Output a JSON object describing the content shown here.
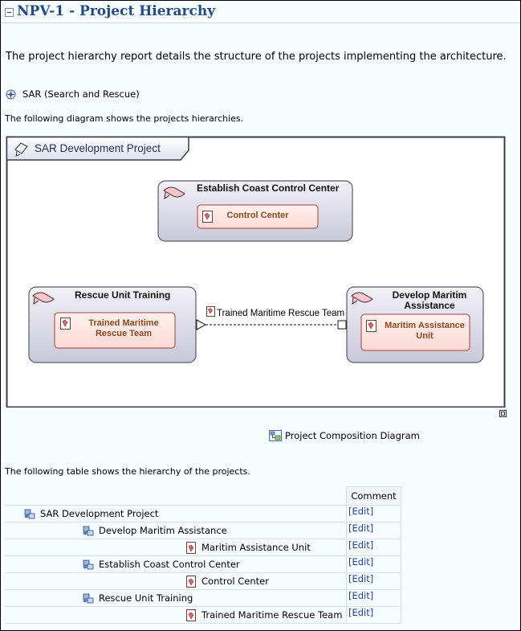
{
  "page": {
    "title": "NPV-1 - Project Hierarchy",
    "intro": "The project hierarchy report details the structure of the projects implementing the architecture.",
    "architecture": "SAR (Search and Rescue)",
    "diagram_intro": "The following diagram shows the projects hierarchies.",
    "table_intro": "The following table shows the hierarchy of the projects."
  },
  "diagram": {
    "package_title": "SAR Development Project",
    "caption": "Project Composition Diagram",
    "boxes": [
      {
        "title": "Establish Coast Control Center",
        "inner": "Control Center"
      },
      {
        "title": "Rescue Unit Training",
        "inner": "Trained Maritime Rescue Team"
      },
      {
        "title": "Develop Maritim Assistance",
        "inner": "Maritim Assistance Unit"
      }
    ],
    "connector_label": "Trained Maritime Rescue Team"
  },
  "table": {
    "comment_header": "Comment",
    "edit_label": "[Edit]",
    "rows": [
      {
        "name": "SAR Development Project",
        "icon": "project-group-icon",
        "level": 0
      },
      {
        "name": "Develop Maritim Assistance",
        "icon": "project-icon",
        "level": 1
      },
      {
        "name": "Maritim Assistance Unit",
        "icon": "milestone-icon",
        "level": 2
      },
      {
        "name": "Establish Coast Control Center",
        "icon": "project-icon",
        "level": 1
      },
      {
        "name": "Control Center",
        "icon": "milestone-icon",
        "level": 2
      },
      {
        "name": "Rescue Unit Training",
        "icon": "project-icon",
        "level": 1
      },
      {
        "name": "Trained Maritime Rescue Team",
        "icon": "milestone-icon",
        "level": 2
      }
    ]
  },
  "colors": {
    "title": "#224a84",
    "link": "#2044a0",
    "box_fill": "#dcdbe8",
    "inner_fill": "#fde3df",
    "inner_border": "#a8403a",
    "inner_text": "#8a4a1e"
  }
}
